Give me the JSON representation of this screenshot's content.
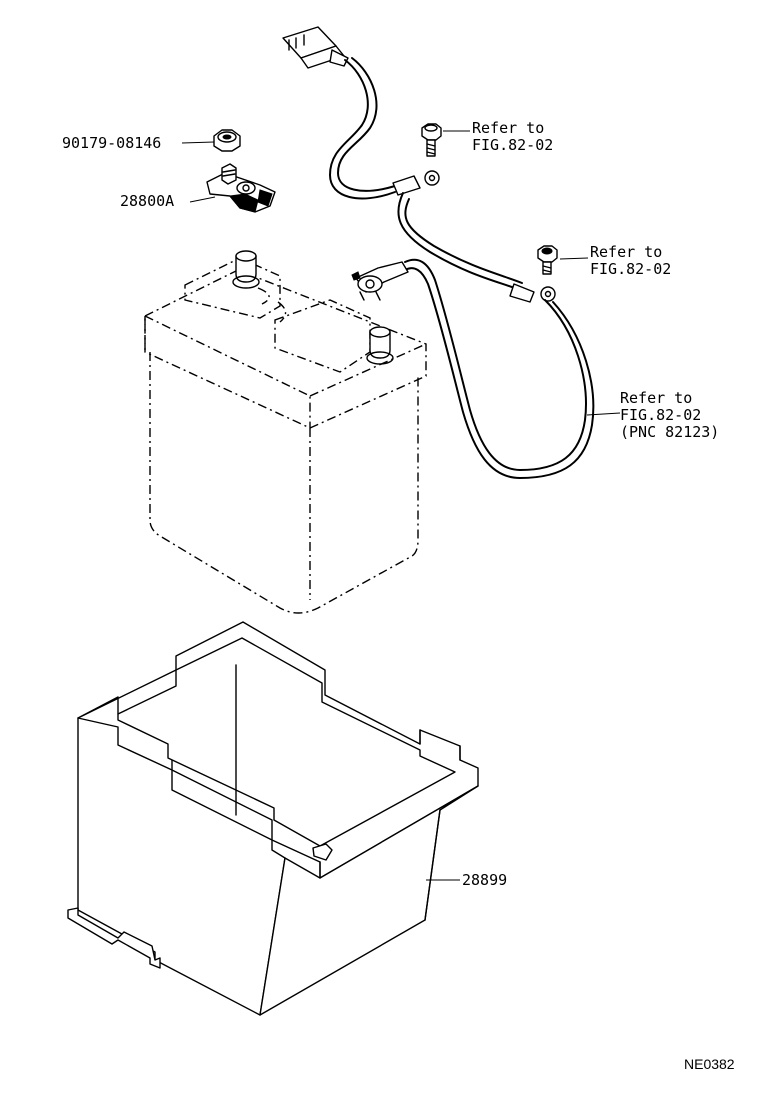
{
  "labels": {
    "bolt_part_no": "90179-08146",
    "clamp_part_no": "28800A",
    "tray_part_no": "28899",
    "ref1_line1": "Refer to",
    "ref1_line2": "FIG.82-02",
    "ref2_line1": "Refer to",
    "ref2_line2": "FIG.82-02",
    "ref3_line1": "Refer to",
    "ref3_line2": "FIG.82-02",
    "ref3_line3": "(PNC 82123)",
    "drawing_code": "NE0382"
  }
}
